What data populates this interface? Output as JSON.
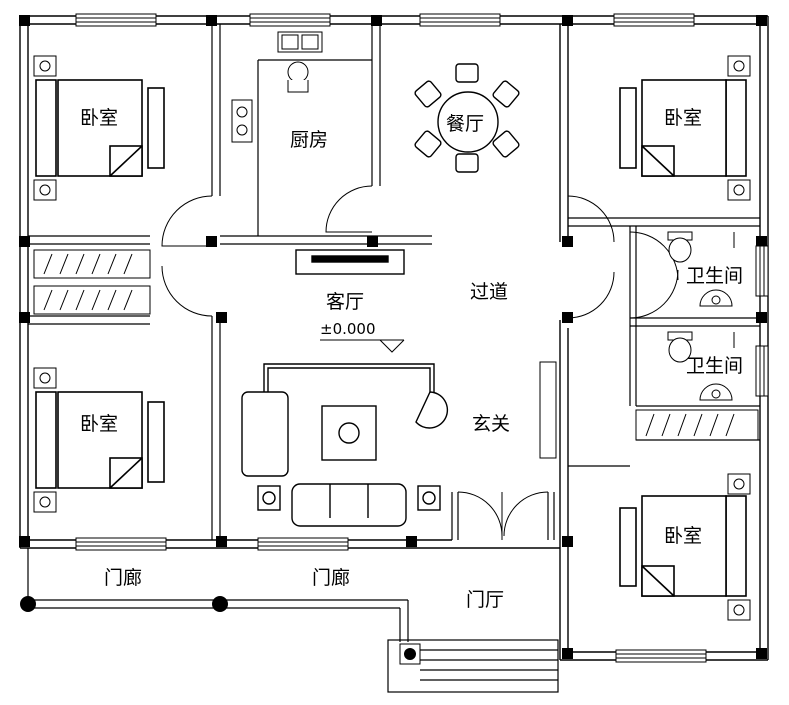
{
  "colors": {
    "wall": "#000000",
    "line": "#222222",
    "fill": "#ffffff"
  },
  "rooms": {
    "bedroom_nw": "卧室",
    "kitchen": "厨房",
    "dining": "餐厅",
    "bedroom_ne": "卧室",
    "bedroom_sw": "卧室",
    "bedroom_se": "卧室",
    "bathroom_1": "卫生间",
    "bathroom_2": "卫生间",
    "living_room": "客厅",
    "corridor": "过道",
    "entrance": "玄关",
    "porch_1": "门廊",
    "porch_2": "门廊",
    "foyer": "门厅"
  },
  "elevation": "±0.000"
}
